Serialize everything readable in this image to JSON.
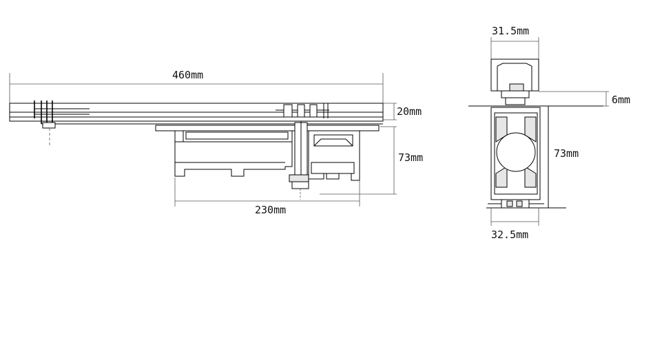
{
  "side_view": {
    "dims": {
      "overall_length": "460mm",
      "arm_height": "20mm",
      "body_height": "73mm",
      "body_length": "230mm"
    }
  },
  "end_view": {
    "dims": {
      "top_width": "31.5mm",
      "gap": "6mm",
      "height": "73mm",
      "bottom_width": "32.5mm"
    }
  },
  "colors": {
    "line": "#000000",
    "background": "#ffffff"
  }
}
